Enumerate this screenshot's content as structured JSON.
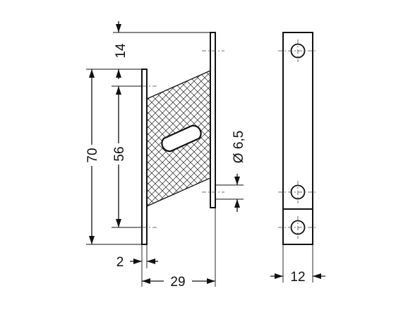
{
  "dimensions": {
    "top_offset": "14",
    "overall_height": "70",
    "hole_spacing": "56",
    "hole_diameter": "Ø 6,5",
    "plate_thickness": "2",
    "depth": "29",
    "width": "12"
  }
}
